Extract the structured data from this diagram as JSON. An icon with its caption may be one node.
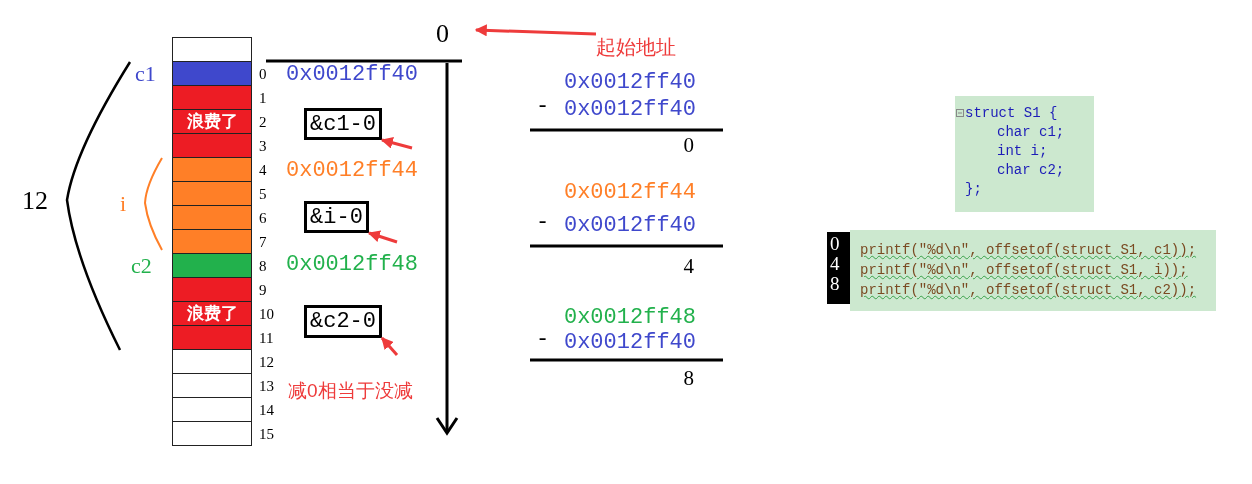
{
  "diagram": {
    "nodes": [
      {
        "text": [],
        "shape": "box"
      },
      {
        "text": [],
        "shape": "box"
      },
      {
        "text": [],
        "shape": "box"
      },
      {
        "text": [
          "浪费了"
        ]
      },
      {
        "text": [],
        "shape": "box"
      },
      {
        "text": [],
        "shape": "box"
      },
      {
        "text": [],
        "shape": "box"
      },
      {
        "text": [],
        "shape": "box"
      },
      {
        "text": [],
        "shape": "box"
      },
      {
        "text": [],
        "shape": "box"
      },
      {
        "text": [],
        "shape": "box"
      },
      {
        "text": [
          "浪费了"
        ]
      },
      {
        "text": [],
        "shape": "box"
      },
      {
        "text": [],
        "shape": "box"
      },
      {
        "text": [],
        "shape": "box"
      },
      {
        "text": [],
        "shape": "box"
      },
      {
        "text": [],
        "shape": "box"
      },
      {
        "text": [
          "0"
        ]
      },
      {
        "text": [
          "起始地址"
        ]
      },
      {
        "text": [
          "&c1-0"
        ]
      },
      {
        "text": [
          "&i-0"
        ]
      },
      {
        "text": [
          "&c2-0"
        ]
      },
      {
        "text": [
          "struct S1 {",
          "char c1;",
          "int i;",
          "char c2;",
          "};"
        ]
      },
      {
        "text": [
          "0",
          "4",
          "8"
        ]
      },
      {
        "text": [
          "printf(\"%d\\n\", offsetof(struct S1, c1));",
          "printf(\"%d\\n\", offsetof(struct S1, i));",
          "printf(\"%d\\n\", offsetof(struct S1, c2));"
        ]
      }
    ],
    "edges": [
      {
        "from": 18,
        "to": 17,
        "arrow": "to"
      },
      {
        "from": null,
        "to": 19,
        "arrow": "to"
      },
      {
        "from": null,
        "to": 20,
        "arrow": "to"
      },
      {
        "from": null,
        "to": 21,
        "arrow": "to"
      }
    ],
    "labels": [
      "12",
      "c1",
      "i",
      "c2",
      "0",
      "1",
      "2",
      "3",
      "4",
      "5",
      "6",
      "7",
      "8",
      "9",
      "10",
      "11",
      "12",
      "13",
      "14",
      "15",
      "0x0012ff40",
      "0x0012ff44",
      "0x0012ff48",
      "减0相当于没减",
      "0x0012ff40",
      "-",
      "0x0012ff40",
      "0",
      "0x0012ff44",
      "-",
      "0x0012ff40",
      "4",
      "0x0012ff48",
      "-",
      "0x0012ff40",
      "8"
    ]
  }
}
